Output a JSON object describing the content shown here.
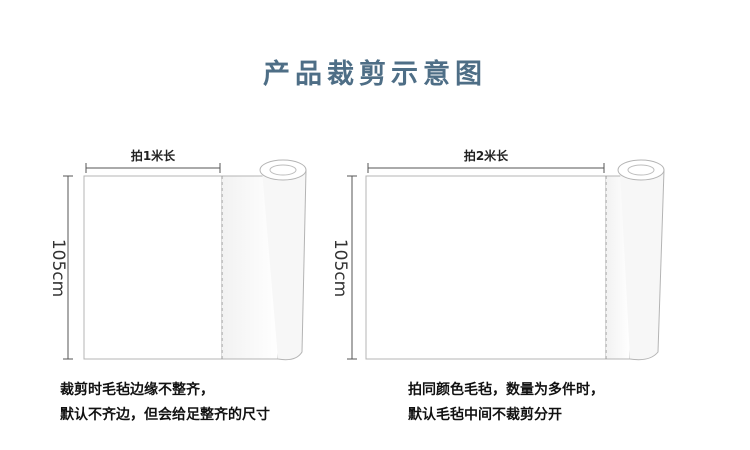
{
  "title": "产品裁剪示意图",
  "left_panel": {
    "length_label": "拍1米长",
    "width_label": "105cm",
    "note_lines": [
      "裁剪时毛毡边缘不整齐，",
      "默认不齐边，但会给足整齐的尺寸"
    ]
  },
  "right_panel": {
    "length_label": "拍2米长",
    "width_label": "105cm",
    "note_lines": [
      "拍同颜色毛毡，数量为多件时，",
      "默认毛毡中间不裁剪分开"
    ]
  },
  "colors": {
    "title": "#4e6e86",
    "outline": "#b4b4b4",
    "dimension": "#555555"
  }
}
